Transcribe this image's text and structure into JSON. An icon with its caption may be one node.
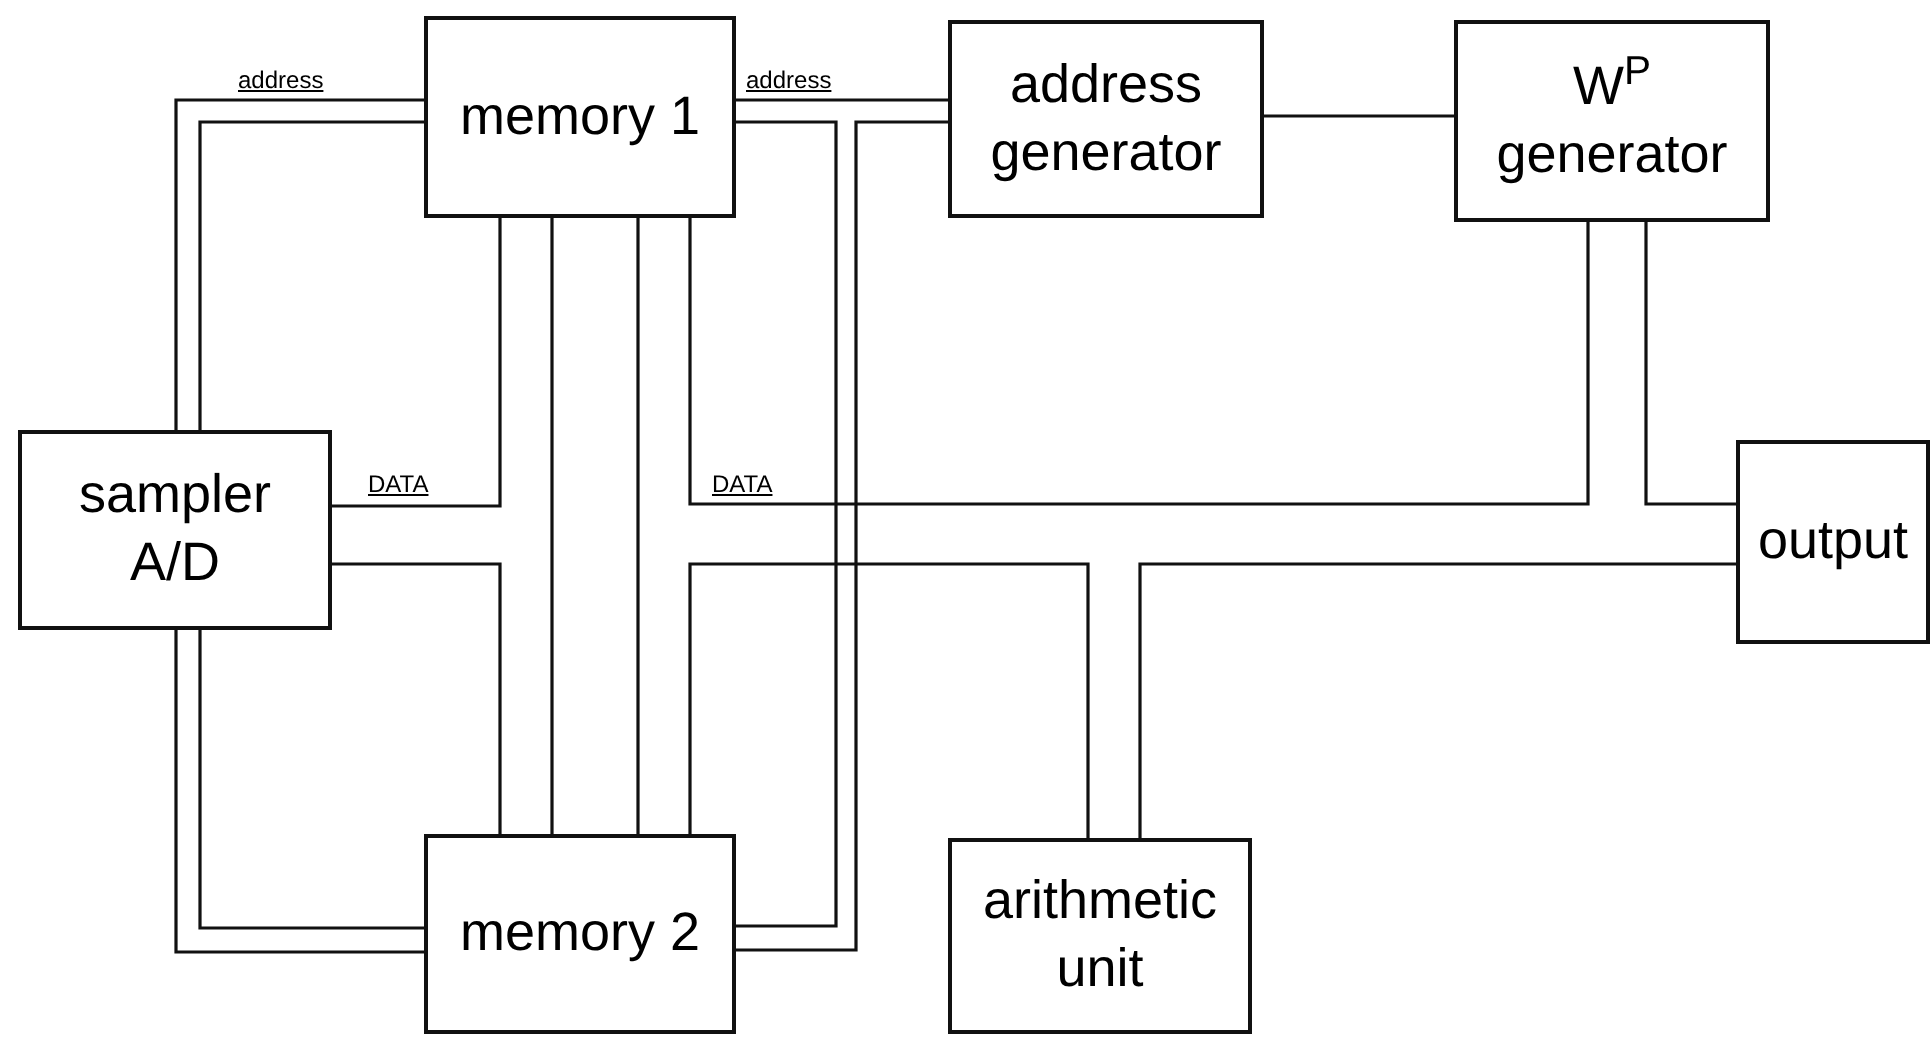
{
  "diagram": {
    "nodes": [
      {
        "text": [
          "memory 1"
        ]
      },
      {
        "text": [
          "address generator"
        ]
      },
      {
        "text": [
          "W$^{P}$ generator"
        ]
      },
      {
        "text": [
          "sampler A/D"
        ]
      },
      {
        "text": [
          "output"
        ]
      },
      {
        "text": [
          "memory 2"
        ]
      },
      {
        "text": [
          "arithmetic unit"
        ]
      }
    ],
    "edges": [
      {
        "from": 3,
        "to": 0,
        "arrow": "none",
        "label": "address"
      },
      {
        "from": 3,
        "to": 5,
        "arrow": "none"
      },
      {
        "from": 0,
        "to": 1,
        "arrow": "none",
        "label": "address"
      },
      {
        "from": 0,
        "to": 5,
        "arrow": "none"
      },
      {
        "from": 1,
        "to": 5,
        "arrow": "none"
      },
      {
        "from": 1,
        "to": 2,
        "arrow": "none"
      },
      {
        "from": 3,
        "to": 0,
        "arrow": "none",
        "label": "DATA"
      },
      {
        "from": 3,
        "to": 5,
        "arrow": "none"
      },
      {
        "from": 0,
        "to": 5,
        "arrow": "none"
      },
      {
        "from": 0,
        "to": 2,
        "arrow": "none",
        "label": "DATA"
      },
      {
        "from": 2,
        "to": 4,
        "arrow": "none"
      },
      {
        "from": 5,
        "to": 6,
        "arrow": "none"
      },
      {
        "from": 6,
        "to": 4,
        "arrow": "none"
      }
    ]
  }
}
